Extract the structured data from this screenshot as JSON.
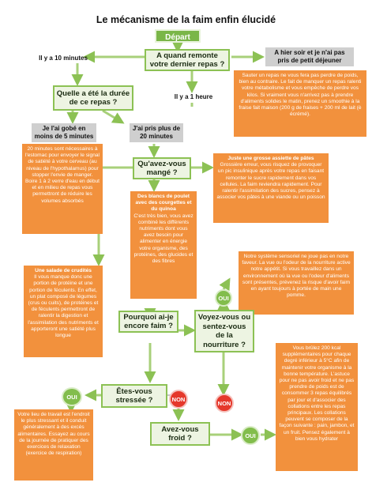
{
  "title": "Le mécanisme de la faim enfin élucidé",
  "start": "Départ",
  "questions": {
    "last_meal": "A quand remonte votre dernier repas ?",
    "duration": "Quelle a été la durée de ce repas ?",
    "what_eaten": "Qu'avez-vous mangé ?",
    "still_hungry": "Pourquoi ai-je encore faim ?",
    "see_smell": "Voyez-vous ou sentez-vous de la nourriture ?",
    "stressed": "Êtes-vous stressée ?",
    "cold": "Avez-vous froid ?"
  },
  "labels": {
    "ten_min": "Il y a 10 minutes",
    "yesterday": "A hier soir et je n'ai pas pris de petit déjeuner",
    "one_hour": "Il y a 1 heure",
    "gobbled": "Je l'ai gobé en moins de 5 minutes",
    "took_time": "J'ai pris plus de 20 minutes",
    "oui": "OUI",
    "non": "NON"
  },
  "boxes": {
    "breakfast": {
      "heading": "",
      "text": "Sauter un repas ne vous fera pas perdre de poids, bien au contraire. Le fait de manquer un repas ralenti votre métabolisme et vous empêche de perdre vos kilos. Si vraiment vous n'arrivez pas à prendre d'aliments solides le matin, prenez un smoothie à la fraise fait maison (200 g de fraises + 200 ml de lait (è écrémé)."
    },
    "twenty_min": {
      "heading": "",
      "text": "20 minutes sont nécessaires à l'estomac pour envoyer le signal de satiété à votre cerveau (au niveau de l'hypothalamus) pour stopper l'envie de manger. Boire 1 à 2 verre d'eau en début et en milieu de repas vous permettront de réduire les volumes absorbés"
    },
    "pasta": {
      "heading": "Juste une grosse assiette de pâtes",
      "text": "Grossière erreur, vous risquez de provoquer un pic insulinique après votre repas en faisant remonter le sucre rapidement dans vos cellules. La faim reviendra rapidement. Pour ralentir l'assimilation des sucres, pensez à associer vos pâtes à une viande ou un poisson"
    },
    "chicken": {
      "heading": "Des blancs de poulet avec des courgettes et du quinoa",
      "text": "C'est très bien, vous avez combiné les différents nutriments dont vous avez besoin pour alimenter en énergie votre organisme, des protéines, des glucides et des fibres"
    },
    "salad": {
      "heading": "Une salade de crudités",
      "text": "Il vous manque donc une portion de protéine et une portion de féculents. En effet, un plat composé de légumes (crus ou cuits), de protéines et de féculents permettront de ralentir la digestion et l'assimilation des nutriments et apporteront une satiété plus longue"
    },
    "senses": {
      "heading": "",
      "text": "Notre système sensoriel ne joue pas en notre faveur. La vue ou l'odeur de la nourriture active notre appétit. Si vous travaillez dans un environnement où la vue ou l'odeur d'aliments sont présentes, prévenez la risque d'avoir faim en ayant toujours à portée de main une pomme."
    },
    "cold": {
      "heading": "",
      "text": "Vous brûlez 200 kcal supplémentaires pour chaque degré inférieur à 5°C afin de maintenir votre organisme à la bonne température. L'astuce pour ne pas avoir froid et ne pas prendre de poids est de consommer 3 repas équilibrés par jour et d'associer des collations entre les repas principaux. Les collations peuvent se composer de la façon suivante : pain, jambon, et un fruit. Pensez également à bien vous hydrater"
    },
    "stress": {
      "heading": "",
      "text": "Votre lieu de travail est l'endroit le plus stressant et il conduit généralement à des excès alimentaires. Essayez au cours de la journée de pratiquer des exercices de relaxation (exercice de respiration)"
    }
  }
}
